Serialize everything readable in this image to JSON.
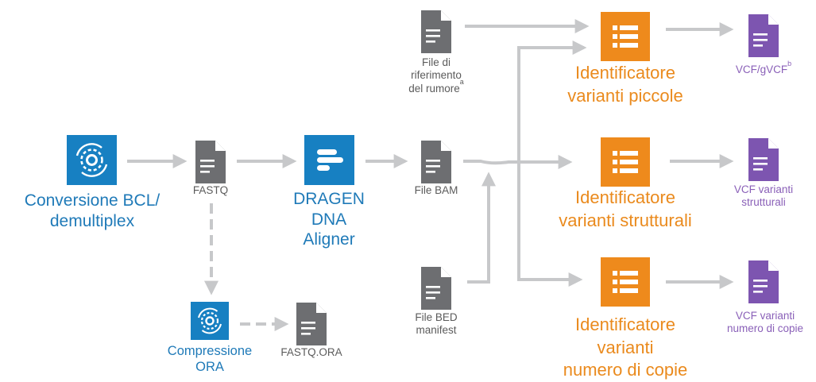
{
  "colors": {
    "blue": "#1780c2",
    "orange": "#ee8a1c",
    "gray_doc": "#6d6e71",
    "purple_doc": "#7d55b0",
    "arrow": "#c7c8ca"
  },
  "nodes": {
    "bcl": {
      "line1": "Conversione BCL/",
      "line2": "demultiplex",
      "icon": "gear-icon"
    },
    "fastq": {
      "label": "FASTQ",
      "icon": "document-icon"
    },
    "dragen": {
      "line1": "DRAGEN",
      "line2": "DNA",
      "line3": "Aligner",
      "icon": "align-bars-icon"
    },
    "bam": {
      "label": "File BAM",
      "icon": "document-icon"
    },
    "noise_ref": {
      "line1": "File di",
      "line2": "riferimento",
      "line3": "del rumore",
      "sup": "a",
      "icon": "document-icon"
    },
    "bed": {
      "line1": "File BED",
      "line2": "manifest",
      "icon": "document-icon"
    },
    "small_caller": {
      "line1": "Identificatore",
      "line2": "varianti piccole",
      "icon": "list-icon"
    },
    "structural_caller": {
      "line1": "Identificatore",
      "line2": "varianti strutturali",
      "icon": "list-icon"
    },
    "cnv_caller": {
      "line1": "Identificatore",
      "line2": "varianti",
      "line3": "numero di copie",
      "icon": "list-icon"
    },
    "vcf_small": {
      "label": "VCF/gVCF",
      "sup": "b",
      "icon": "document-icon"
    },
    "vcf_structural": {
      "line1": "VCF varianti",
      "line2": "strutturali",
      "icon": "document-icon"
    },
    "vcf_cnv": {
      "line1": "VCF varianti",
      "line2": "numero di copie",
      "icon": "document-icon"
    },
    "ora": {
      "line1": "Compressione",
      "line2": "ORA",
      "icon": "gear-icon"
    },
    "fastq_ora": {
      "label": "FASTQ.ORA",
      "icon": "document-icon"
    }
  }
}
